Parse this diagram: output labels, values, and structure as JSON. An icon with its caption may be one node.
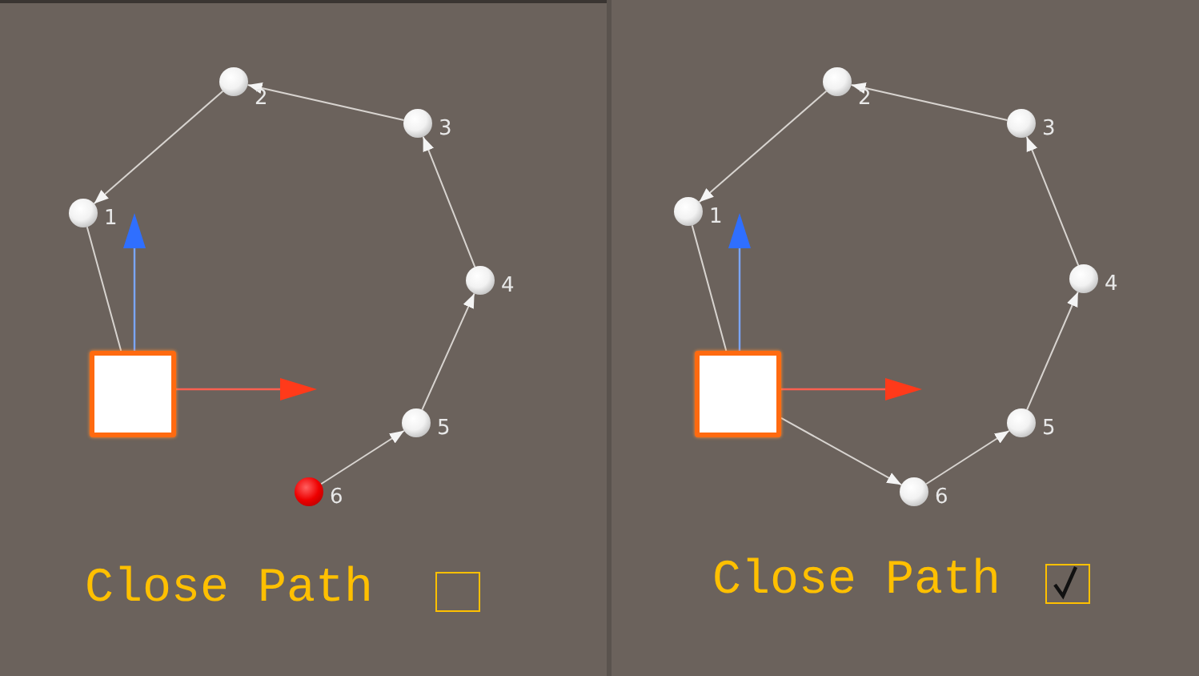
{
  "diagram": {
    "nodes": [
      {
        "text": [],
        "shape": "box"
      },
      {
        "text": [],
        "shape": "circle",
        "beside": [
          "1"
        ]
      },
      {
        "text": [],
        "shape": "circle",
        "beside": [
          "2"
        ]
      },
      {
        "text": [],
        "shape": "circle",
        "beside": [
          "3"
        ]
      },
      {
        "text": [],
        "shape": "circle",
        "beside": [
          "4"
        ]
      },
      {
        "text": [],
        "shape": "circle",
        "beside": [
          "5"
        ]
      },
      {
        "text": [],
        "shape": "circle",
        "beside": [
          "6"
        ]
      },
      {
        "text": [],
        "shape": "box"
      },
      {
        "text": [],
        "shape": "circle",
        "beside": [
          "1"
        ]
      },
      {
        "text": [],
        "shape": "circle",
        "beside": [
          "2"
        ]
      },
      {
        "text": [],
        "shape": "circle",
        "beside": [
          "3"
        ]
      },
      {
        "text": [],
        "shape": "circle",
        "beside": [
          "4"
        ]
      },
      {
        "text": [],
        "shape": "circle",
        "beside": [
          "5"
        ]
      },
      {
        "text": [],
        "shape": "circle",
        "beside": [
          "6"
        ]
      }
    ],
    "edges": [
      {
        "from": 0,
        "to": 1,
        "arrow": "none"
      },
      {
        "from": 2,
        "to": 1,
        "arrow": "to"
      },
      {
        "from": 3,
        "to": 2,
        "arrow": "to"
      },
      {
        "from": 4,
        "to": 3,
        "arrow": "to"
      },
      {
        "from": 5,
        "to": 4,
        "arrow": "to"
      },
      {
        "from": 6,
        "to": 5,
        "arrow": "to"
      },
      {
        "from": 7,
        "to": 8,
        "arrow": "none"
      },
      {
        "from": 9,
        "to": 8,
        "arrow": "to"
      },
      {
        "from": 10,
        "to": 9,
        "arrow": "to"
      },
      {
        "from": 11,
        "to": 10,
        "arrow": "to"
      },
      {
        "from": 12,
        "to": 11,
        "arrow": "to"
      },
      {
        "from": 13,
        "to": 12,
        "arrow": "to"
      },
      {
        "from": 7,
        "to": 13,
        "arrow": "to"
      }
    ],
    "labels": [
      "Close Path",
      "Close Path"
    ]
  }
}
